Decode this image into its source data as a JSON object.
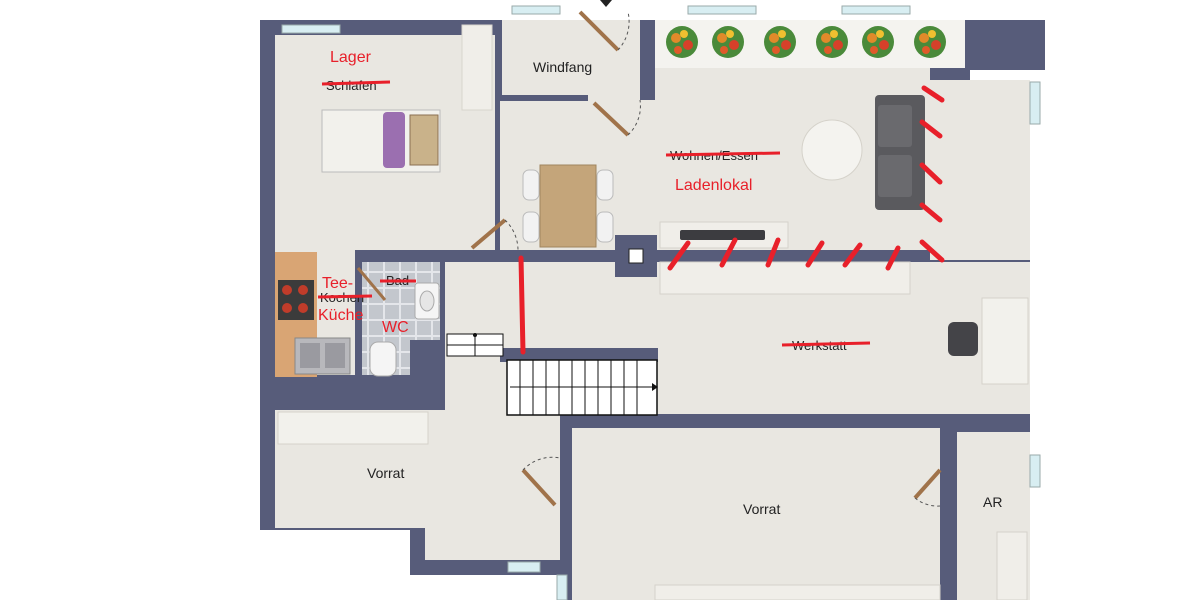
{
  "floorplan": {
    "rooms": {
      "lager": {
        "label": "Lager",
        "old_label": "Schlafen"
      },
      "windfang": {
        "label": "Windfang"
      },
      "laden": {
        "label": "Ladenlokal",
        "old_label": "Wohnen/Essen"
      },
      "teekueche": {
        "label_line1": "Tee-",
        "label_line2": "Küche",
        "old_label": "Kochen"
      },
      "wc": {
        "label": "WC",
        "old_label": "Bad"
      },
      "werkstatt": {
        "old_label": "Werkstatt"
      },
      "vorrat_left": {
        "label": "Vorrat"
      },
      "vorrat_main": {
        "label": "Vorrat"
      },
      "ar": {
        "label": "AR"
      }
    },
    "colors": {
      "wall": "#575c7a",
      "floor": "#e9e7e1",
      "markup_red": "#e8202a",
      "door_wood": "#a0734a",
      "tile": "#c8ccd2",
      "window_glass": "#d8eef2"
    }
  }
}
